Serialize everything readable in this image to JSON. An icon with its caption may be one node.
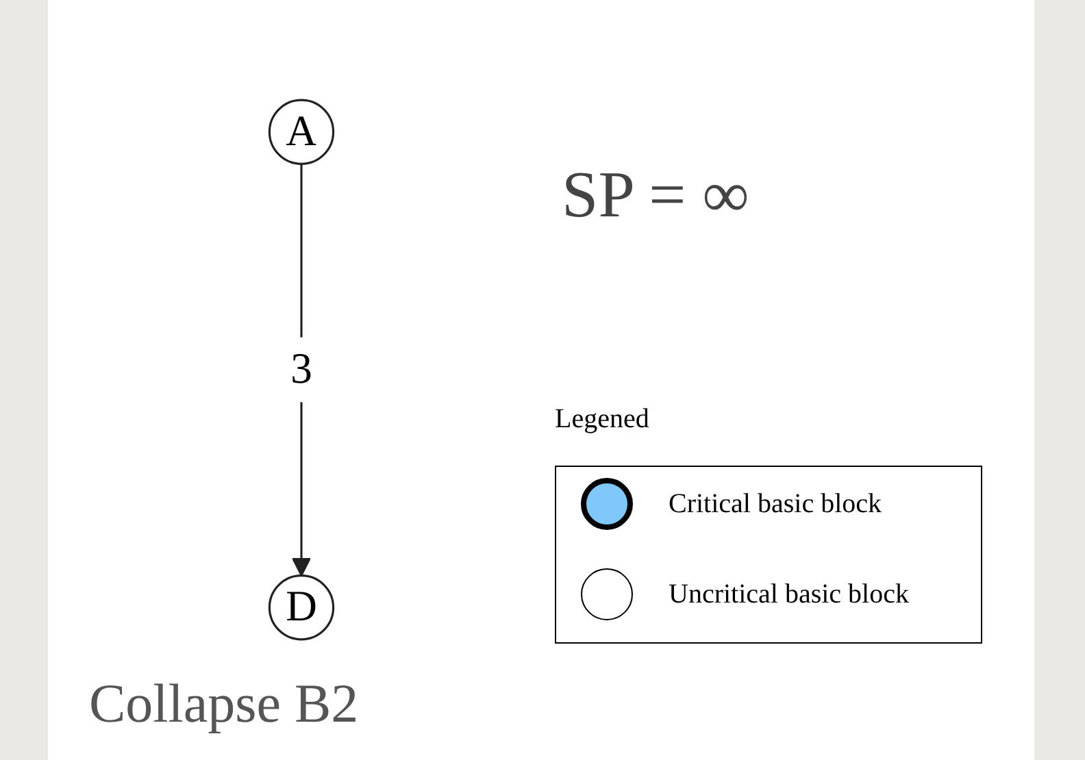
{
  "diagram": {
    "caption": "Collapse B2",
    "nodes": [
      {
        "text": [
          "A"
        ]
      },
      {
        "text": [
          "D"
        ]
      }
    ],
    "edges": [
      {
        "from": 0,
        "to": 1,
        "arrow": "to",
        "label": "3"
      }
    ],
    "labels": [
      "SP = ∞",
      "Legened"
    ],
    "legend": [
      {
        "text": "Critical basic block",
        "color": "#80c8fa"
      },
      {
        "text": "Uncritical basic block",
        "color": "#ffffff"
      }
    ]
  }
}
